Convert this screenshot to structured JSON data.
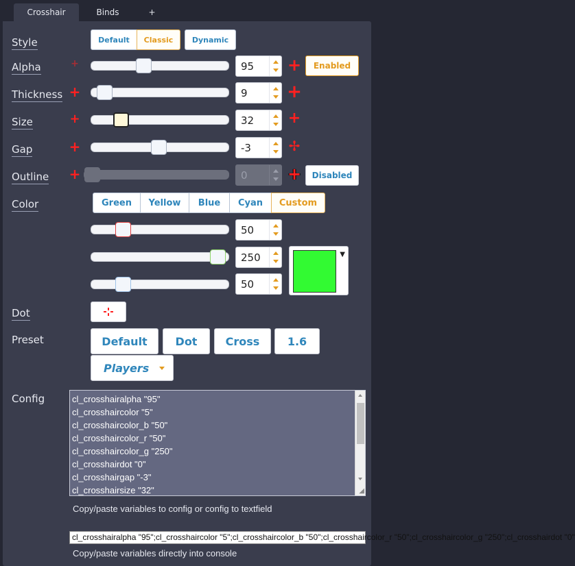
{
  "tabs": [
    "Crosshair",
    "Binds",
    "+"
  ],
  "labels": {
    "style": "Style",
    "alpha": "Alpha",
    "thickness": "Thickness",
    "size": "Size",
    "gap": "Gap",
    "outline": "Outline",
    "color": "Color",
    "dot": "Dot",
    "preset": "Preset",
    "config": "Config"
  },
  "style_options": [
    "Default",
    "Classic",
    "Dynamic"
  ],
  "style_selected": "Classic",
  "values": {
    "alpha": "95",
    "thickness": "9",
    "size": "32",
    "gap": "-3",
    "outline": "0",
    "color_r": "50",
    "color_g": "250",
    "color_b": "50"
  },
  "slider_levels": {
    "alpha": 0.37,
    "thickness": 0.045,
    "size": 0.18,
    "gap": 0.49,
    "outline": 0.0,
    "color_r": 0.196,
    "color_g": 0.98,
    "color_b": 0.196
  },
  "toggles": {
    "alpha": "Enabled",
    "outline": "Disabled"
  },
  "color_options": [
    "Green",
    "Yellow",
    "Blue",
    "Cyan",
    "Custom"
  ],
  "color_selected": "Custom",
  "swatch_color": "#32fa32",
  "crosshair_color": "#ff2020",
  "accent_color": "#e39b1f",
  "link_color": "#2f86bb",
  "presets": [
    "Default",
    "Dot",
    "Cross",
    "1.6",
    "Players"
  ],
  "config_lines": [
    "cl_crosshairalpha \"95\"",
    "cl_crosshaircolor \"5\"",
    "cl_crosshaircolor_b \"50\"",
    "cl_crosshaircolor_r \"50\"",
    "cl_crosshaircolor_g \"250\"",
    "cl_crosshairdot \"0\"",
    "cl_crosshairgap \"-3\"",
    "cl_crosshairsize \"32\""
  ],
  "config_hint": "Copy/paste variables to config or config to textfield",
  "console_value": "cl_crosshairalpha \"95\";cl_crosshaircolor \"5\";cl_crosshaircolor_b \"50\";cl_crosshaircolor_r \"50\";cl_crosshaircolor_g \"250\";cl_crosshairdot \"0\"",
  "console_hint": "Copy/paste variables directly into console",
  "icons": {
    "spin_up": "arrow-up-icon",
    "spin_down": "arrow-down-icon",
    "dropdown": "caret-down-icon"
  }
}
